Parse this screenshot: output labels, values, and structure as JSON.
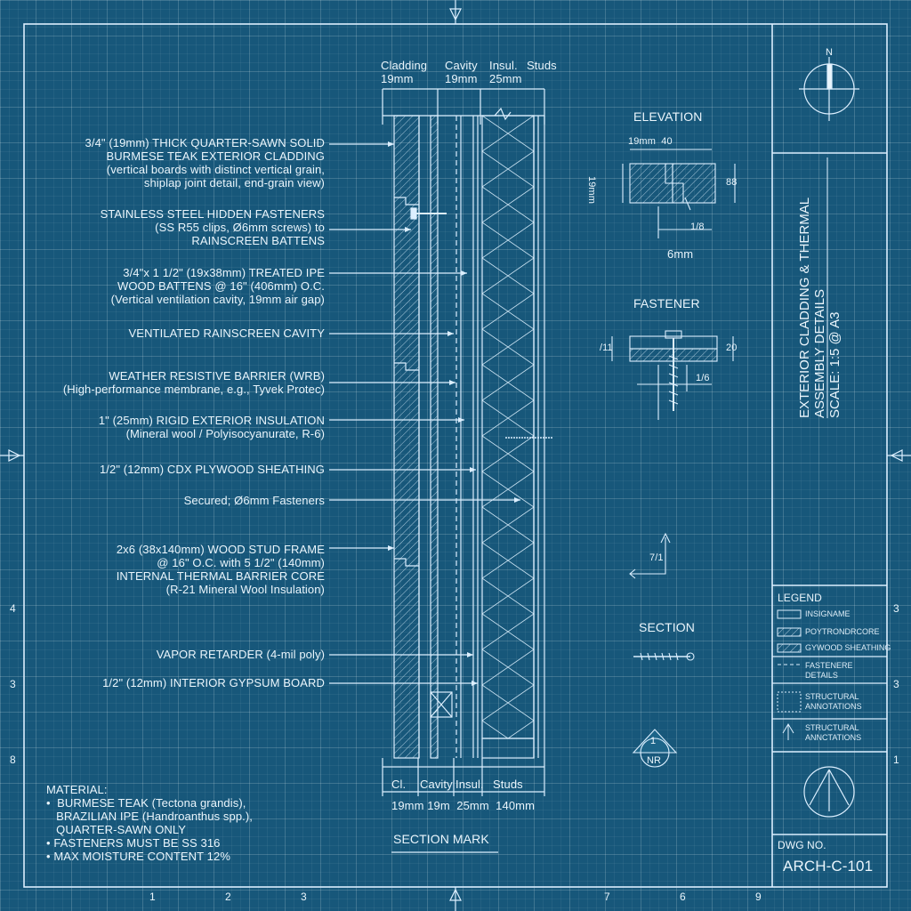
{
  "column_headers": {
    "top": [
      "Cladding\n19mm",
      "Cavity\n19mm",
      "Insul.\n25mm",
      "Studs"
    ],
    "bottom": [
      "Cl.",
      "Cavity",
      "Insul.",
      "Studs"
    ],
    "bottom_dims": "19mm 19m  25mm  140mm"
  },
  "annotations": [
    "3/4\" (19mm) THICK QUARTER-SAWN SOLID\nBURMESE TEAK EXTERIOR CLADDING\n(vertical boards with distinct vertical grain,\nshiplap joint detail, end-grain view)",
    "STAINLESS STEEL HIDDEN FASTENERS\n(SS R55 clips, Ø6mm screws) to\nRAINSCREEN BATTENS",
    "3/4\"x 1 1/2\" (19x38mm) TREATED IPE\nWOOD BATTENS @ 16\" (406mm) O.C.\n(Vertical ventilation cavity, 19mm air gap)",
    "VENTILATED RAINSCREEN CAVITY",
    "WEATHER RESISTIVE BARRIER (WRB)\n(High-performance membrane, e.g., Tyvek Protec)",
    "1\" (25mm) RIGID EXTERIOR INSULATION\n(Mineral wool / Polyisocyanurate, R-6)",
    "1/2\" (12mm) CDX PLYWOOD SHEATHING",
    "Secured; Ø6mm Fasteners",
    "2x6 (38x140mm) WOOD STUD FRAME\n@ 16\" O.C. with 5 1/2\" (140mm)\nINTERNAL THERMAL BARRIER CORE\n(R-21 Mineral Wool Insulation)",
    "VAPOR RETARDER (4-mil poly)",
    "1/2\" (12mm) INTERIOR GYPSUM BOARD"
  ],
  "material_notes": "MATERIAL:\n•  BURMESE TEAK (Tectona grandis),\n   BRAZILIAN IPE (Handroanthus spp.),\n   QUARTER-SAWN ONLY\n• FASTENERS MUST BE SS 316\n• MAX MOISTURE CONTENT 12%",
  "section_mark": "SECTION MARK",
  "details": {
    "elevation": {
      "title": "ELEVATION",
      "dim_top": "19mm  40",
      "dim_left": "19mm",
      "dim_right": "88",
      "dim_bottom": "1/8",
      "dim_note": "6mm"
    },
    "fastener": {
      "title": "FASTENER",
      "dim_left": "/11",
      "dim_right": "20",
      "dim_bottom": "1/6"
    },
    "arrow_label": "7/1",
    "section": {
      "title": "SECTION"
    },
    "marker": {
      "number": "1",
      "label": "NR"
    }
  },
  "north_label": "N",
  "title_block": {
    "line1": "EXTERIOR CLADDING & THERMAL",
    "line2": "ASSEMBLY DETAILS",
    "line3": "SCALE: 1:5 @ A3"
  },
  "legend": {
    "title": "LEGEND",
    "items": [
      "INSIGNAME",
      "POYTRONDRCORE",
      "GYWOOD SHEATHING",
      "FASTENERE\nDETAILS",
      "STRUCTURAL\nANNOTATIONS",
      "STRUCTURAL\nANNCTATIONS"
    ]
  },
  "drawing_number": {
    "label": "DWG NO.",
    "value": "ARCH-C-101"
  },
  "grid_refs": {
    "bottom": [
      "1",
      "2",
      "3",
      "7",
      "6",
      "9"
    ],
    "left": [
      "4",
      "3",
      "8"
    ],
    "right": [
      "3",
      "3",
      "1"
    ]
  },
  "colors": {
    "background": "#17577a",
    "line": "#dcefff",
    "text": "#eaf5fc"
  }
}
